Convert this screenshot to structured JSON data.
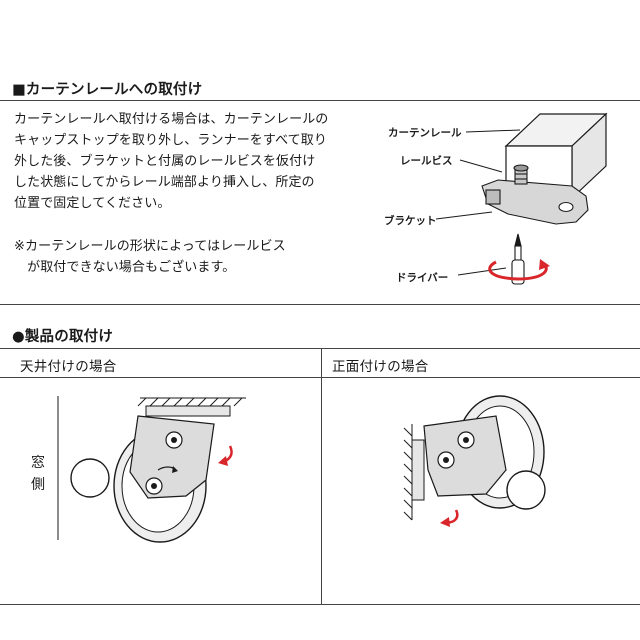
{
  "section1": {
    "title": "■カーテンレールへの取付け",
    "paragraph": [
      "カーテンレールへ取付ける場合は、カーテンレールの",
      "キャップストップを取り外し、ランナーをすべて取り",
      "外した後、ブラケットと付属のレールビスを仮付け",
      "した状態にしてからレール端部より挿入し、所定の",
      "位置で固定してください。"
    ],
    "note": [
      "※カーテンレールの形状によってはレールビス",
      "　が取付できない場合もございます。"
    ],
    "callouts": {
      "rail": "カーテンレール",
      "screw": "レールビス",
      "bracket": "ブラケット",
      "driver": "ドライバー"
    }
  },
  "section2": {
    "title": "●製品の取付け",
    "ceiling": {
      "title": "天井付けの場合",
      "side_label": [
        "窓",
        "側"
      ]
    },
    "front": {
      "title": "正面付けの場合"
    }
  },
  "colors": {
    "text": "#1a1a1a",
    "line": "#444444",
    "arrow_red": "#d9262a",
    "metal": "#dddddd"
  }
}
